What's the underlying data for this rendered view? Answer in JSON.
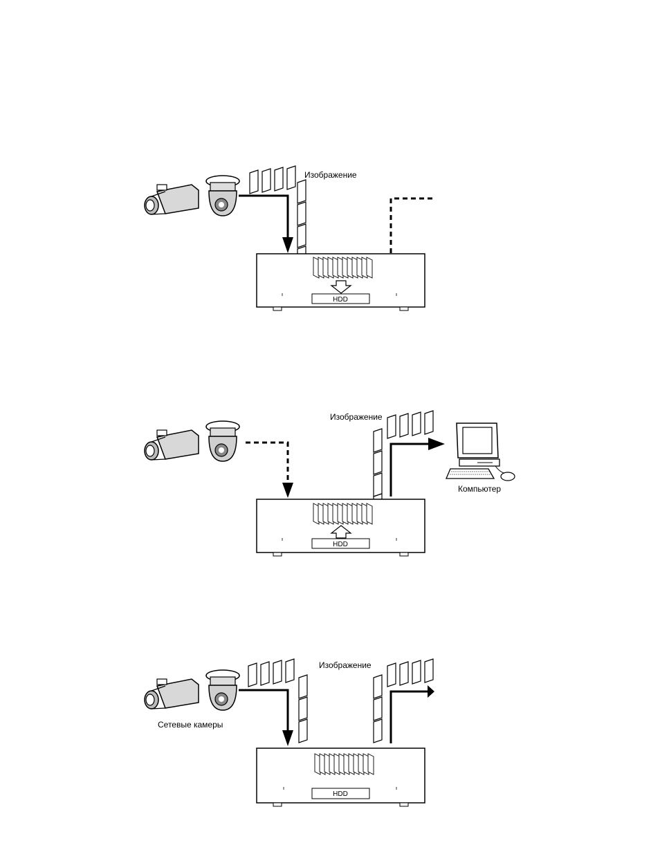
{
  "diagram1": {
    "image_label": "Изображение",
    "hdd_label": "HDD"
  },
  "diagram2": {
    "image_label": "Изображение",
    "hdd_label": "HDD",
    "pc_label": "Компьютер"
  },
  "diagram3": {
    "image_label": "Изображение",
    "hdd_label": "HDD",
    "cameras_label": "Сетевые камеры"
  },
  "icons": [
    "box-camera-icon",
    "dome-camera-icon",
    "computer-icon",
    "recorder-icon",
    "hdd-icon",
    "image-frame-icon"
  ]
}
